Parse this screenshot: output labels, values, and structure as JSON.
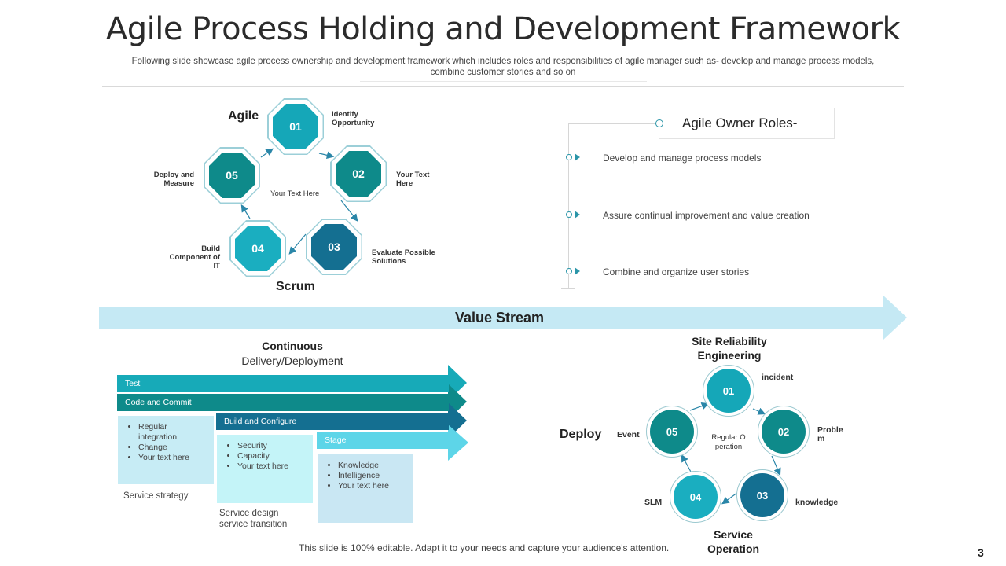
{
  "header": {
    "title": "Agile Process Holding and Development Framework",
    "subtitle": "Following slide showcase agile process ownership and development framework which includes roles and responsibilities of agile manager such as- develop and manage process models, combine customer stories and so on"
  },
  "agile_cycle": {
    "top_label": "Agile",
    "bottom_label": "Scrum",
    "center_text": "Your Text Here",
    "nodes": [
      {
        "num": "01",
        "label": "Identify Opportunity",
        "color": "#15a7b8"
      },
      {
        "num": "02",
        "label": "Your Text Here",
        "color": "#0e8a8a"
      },
      {
        "num": "03",
        "label": "Evaluate Possible Solutions",
        "color": "#146f91"
      },
      {
        "num": "04",
        "label": "Build Component of IT",
        "color": "#1aaec0"
      },
      {
        "num": "05",
        "label": "Deploy and Measure",
        "color": "#0e8a8a"
      }
    ]
  },
  "roles": {
    "title": "Agile Owner Roles-",
    "items": [
      "Develop and manage process models",
      "Assure continual improvement and value creation",
      "Combine and organize user stories"
    ]
  },
  "value_stream": {
    "label": "Value Stream",
    "color": "#c5e9f4"
  },
  "cd": {
    "title_bold": "Continuous",
    "title_rest": "Delivery/Deployment",
    "bars": [
      {
        "label": "Test",
        "color": "#17aab8"
      },
      {
        "label": "Code and Commit",
        "color": "#0e8a8a"
      },
      {
        "label": "Build and Configure",
        "color": "#146f91"
      },
      {
        "label": "Stage",
        "color": "#5dd5e8"
      }
    ],
    "boxes": [
      {
        "items": [
          "Regular integration",
          "Change",
          "Your text here"
        ],
        "caption": "Service strategy"
      },
      {
        "items": [
          "Security",
          "Capacity",
          "Your text here"
        ],
        "caption": "Service design service transition"
      },
      {
        "items": [
          "Knowledge",
          "Intelligence",
          "Your text here"
        ],
        "caption": ""
      }
    ]
  },
  "sre_cycle": {
    "top_label": "Site Reliability Engineering",
    "left_label": "Deploy",
    "bottom_label": "Service Operation",
    "center_text": "Regular Operation",
    "nodes": [
      {
        "num": "01",
        "label": "incident",
        "color": "#15a7b8"
      },
      {
        "num": "02",
        "label": "Problem",
        "color": "#0e8a8a"
      },
      {
        "num": "03",
        "label": "knowledge",
        "color": "#146f91"
      },
      {
        "num": "04",
        "label": "SLM",
        "color": "#1aaec0"
      },
      {
        "num": "05",
        "label": "Event",
        "color": "#0e8a8a"
      }
    ]
  },
  "footer": {
    "note": "This slide is 100% editable. Adapt it to your needs and capture your audience's attention.",
    "page_number": "3"
  }
}
